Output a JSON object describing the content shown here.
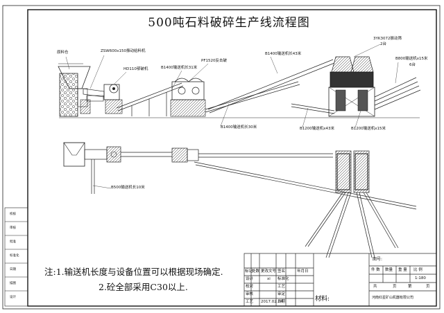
{
  "title": "500吨石料破碎生产线流程图",
  "labels": {
    "raw_bin": "原料仓",
    "feeder": "ZSW600x150振动给料机",
    "jaw_crusher": "HD110鄂破机",
    "conv_b1400_31": "B1400输送机长31米",
    "impact_crusher": "PF1520反击破",
    "conv_b1400_43": "B1400输送机长43米",
    "screen": "3YK3072振动筛",
    "screen_qty": "2台",
    "conv_b800": "B800输送机x15米",
    "conv_b800_qty": "6台",
    "conv_b1400_lower": "B1400输送机长30米",
    "conv_b1200_43": "B1200输送机x43米",
    "conv_b1200_15": "B1200输送机x15米",
    "conv_b500": "B500输送机长10米"
  },
  "notes": {
    "line1": "注:1.输送机长度与设备位置可以根据现场确定.",
    "line2": "2.砼全部采用C30以上."
  },
  "side_labels": [
    "校核",
    "审核",
    "批准",
    "标准化",
    "日期",
    "描图",
    "设计"
  ],
  "title_block": {
    "drawing_no_label": "图号:",
    "header": [
      "件 数",
      "数量",
      "重 量",
      "比 例"
    ],
    "scale": "1:180",
    "sheet_row": [
      "共",
      "页",
      "第",
      "页"
    ],
    "material_label": "材料:",
    "company": "河南红星矿山机器有限公司",
    "rev_header": [
      "标记",
      "处数",
      "更改文号",
      "签名",
      "年月日"
    ],
    "rows": [
      {
        "role": "设计",
        "name": "",
        "std": "标准化",
        "date": ""
      },
      {
        "role": "校对",
        "name": "",
        "std": "工艺",
        "date": ""
      },
      {
        "role": "审核",
        "name": "",
        "std": "审定",
        "date": ""
      },
      {
        "role": "工艺",
        "name": "",
        "std": "日期",
        "date": "2017.02.24"
      }
    ],
    "sign_value": "xi"
  }
}
